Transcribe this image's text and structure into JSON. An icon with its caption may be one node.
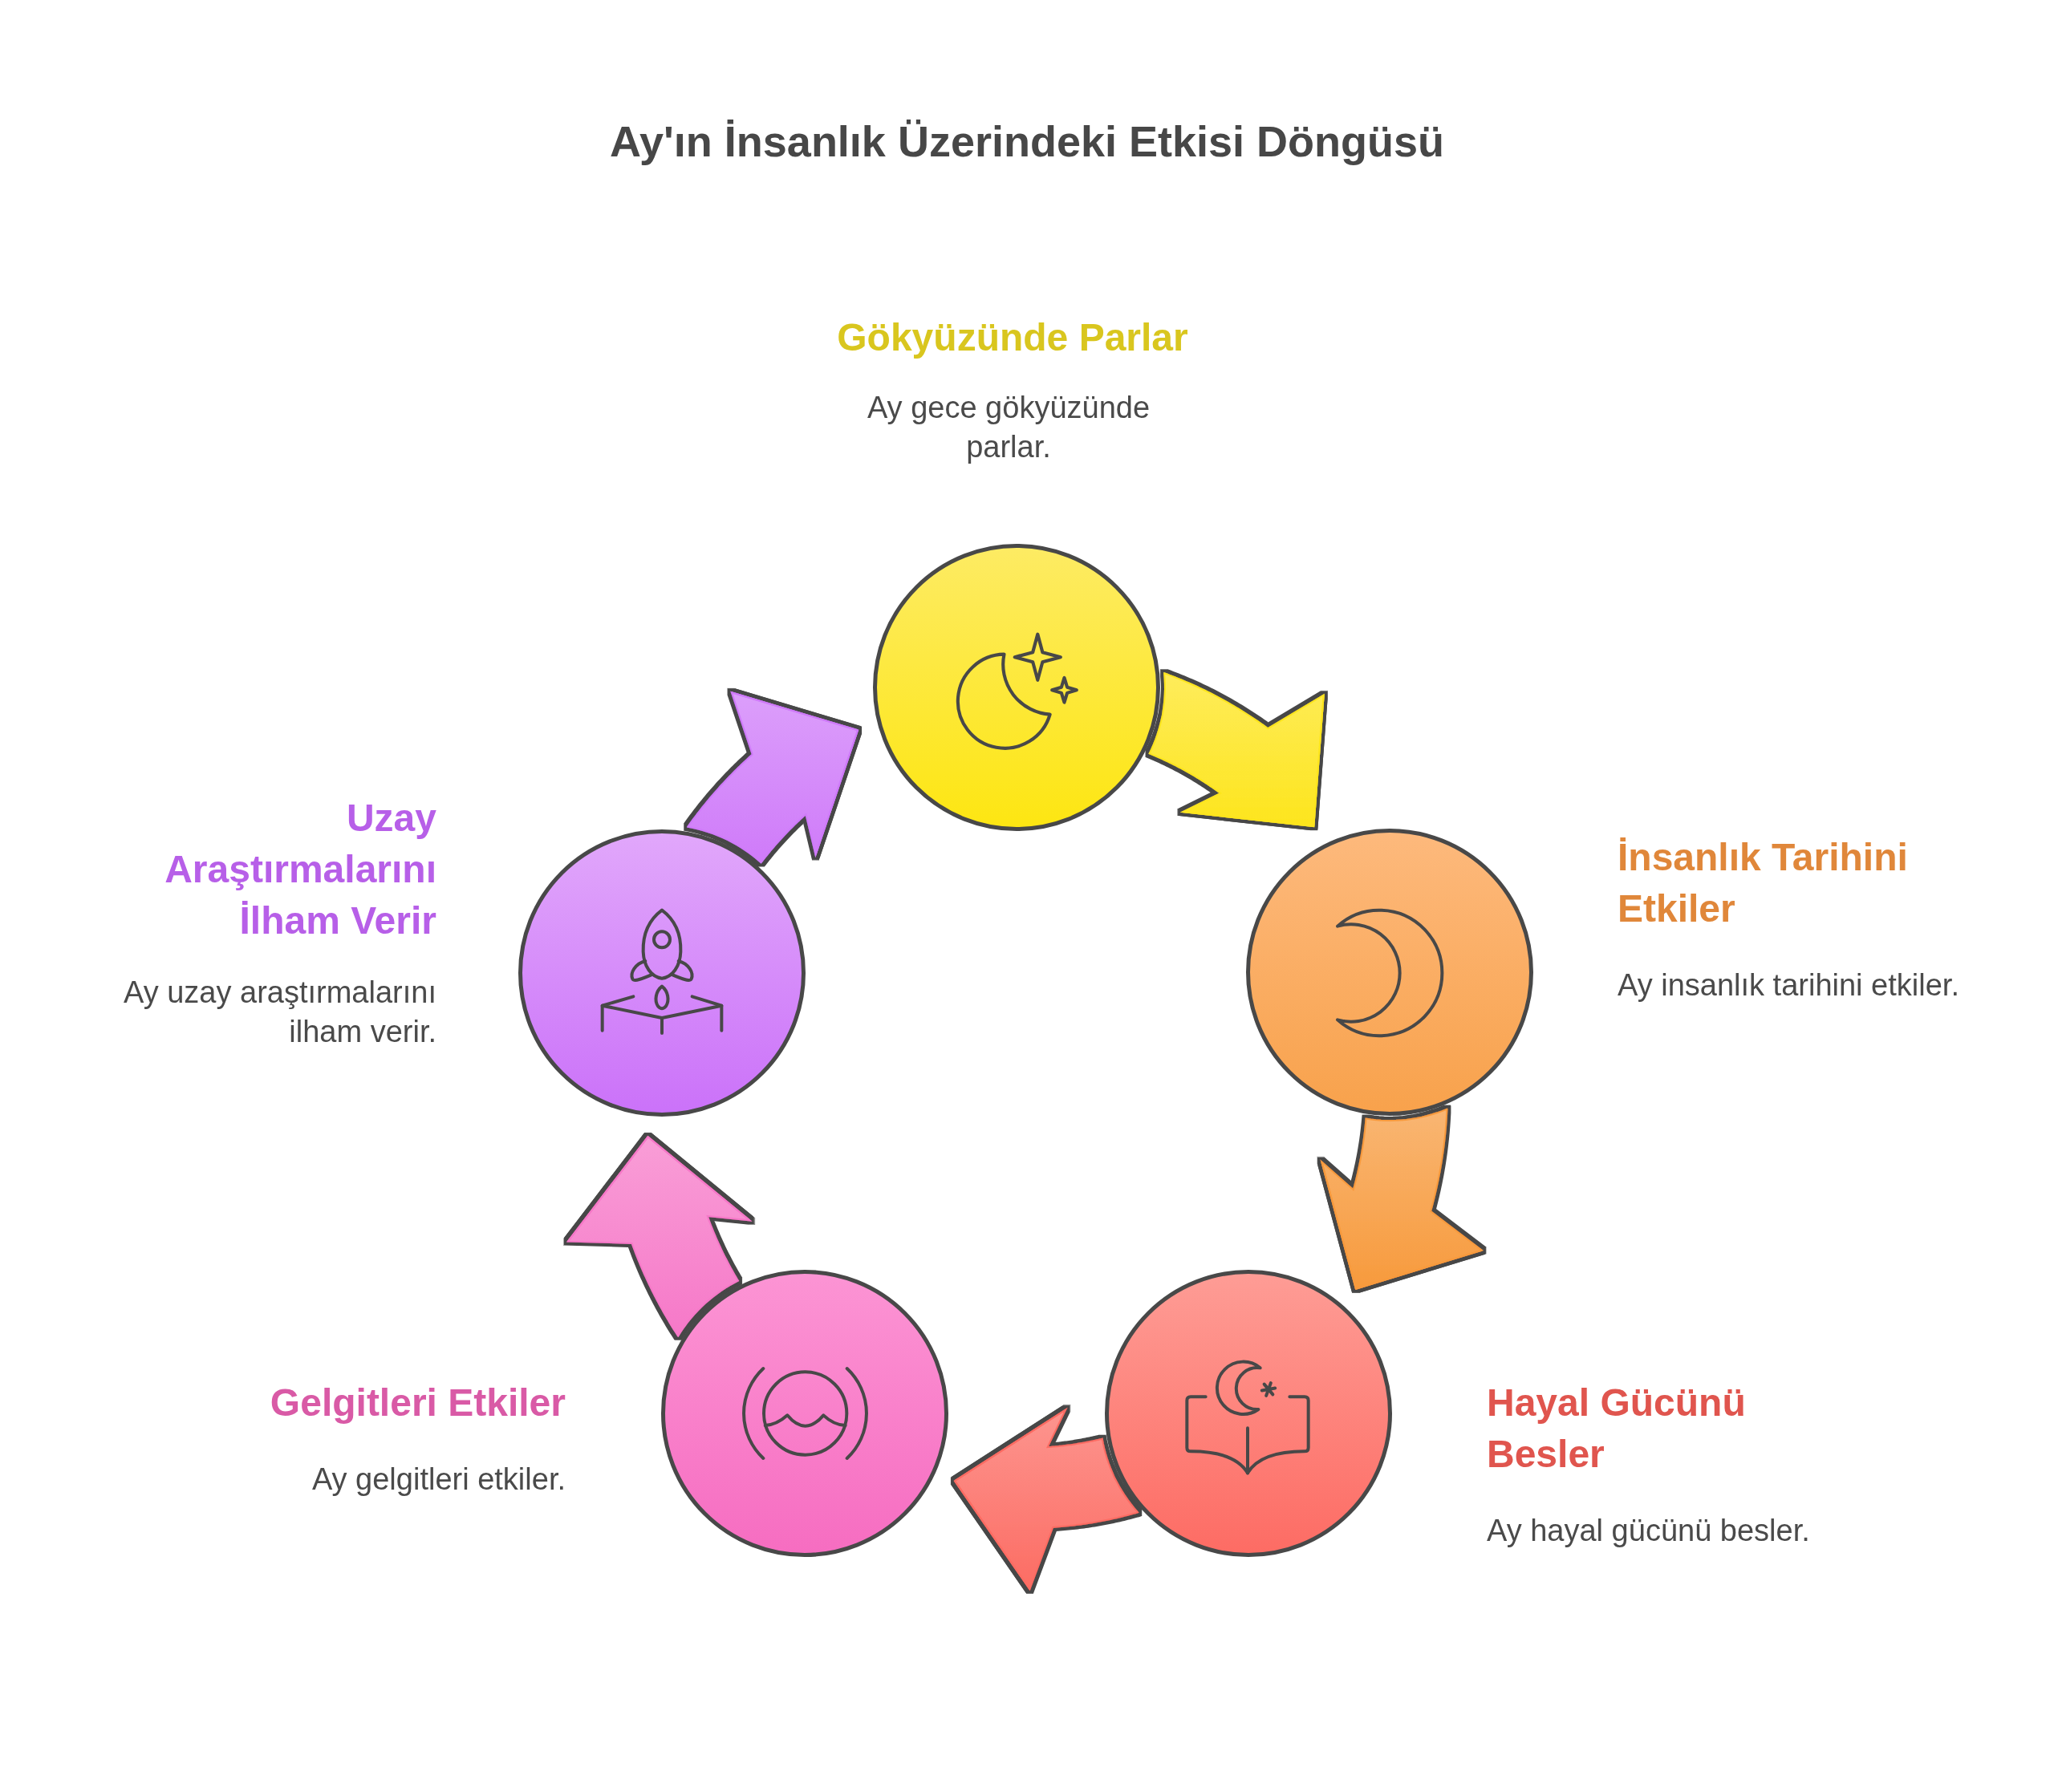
{
  "diagram": {
    "title": "Ay'ın İnsanlık Üzerindeki Etkisi Döngüsü",
    "nodes": [
      {
        "text": [
          "Gökyüzünde Parlar",
          "Ay gece gökyüzünde parlar."
        ]
      },
      {
        "text": [
          "İnsanlık Tarihini Etkiler",
          "Ay insanlık tarihini etkiler."
        ]
      },
      {
        "text": [
          "Hayal Gücünü Besler",
          "Ay hayal gücünü besler."
        ]
      },
      {
        "text": [
          "Gelgitleri Etkiler",
          "Ay gelgitleri etkiler."
        ]
      },
      {
        "text": [
          "Uzay Araştırmalarını İlham Verir",
          "Ay uzay araştırmalarını ilham verir."
        ]
      }
    ],
    "edges": [
      {
        "from": 0,
        "to": 1,
        "arrow": "to",
        "color": "#fde51c"
      },
      {
        "from": 1,
        "to": 2,
        "arrow": "to",
        "color": "#f79a3c"
      },
      {
        "from": 2,
        "to": 3,
        "arrow": "to",
        "color": "#fc6c63"
      },
      {
        "from": 3,
        "to": 4,
        "arrow": "to",
        "color": "#f678c8"
      },
      {
        "from": 4,
        "to": 0,
        "arrow": "to",
        "color": "#cf7af9"
      }
    ]
  }
}
